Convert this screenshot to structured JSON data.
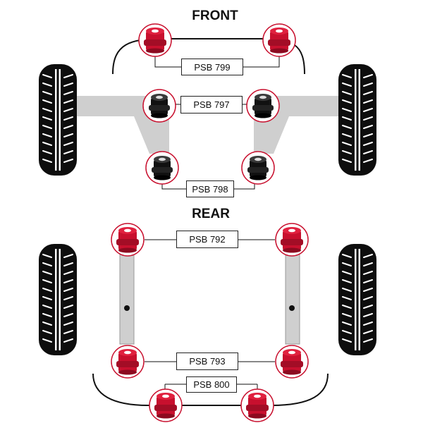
{
  "front": {
    "title": "FRONT",
    "codes": {
      "top": "PSB 799",
      "arm_front": "PSB 797",
      "arm_rear": "PSB 798"
    }
  },
  "rear": {
    "title": "REAR",
    "codes": {
      "upper": "PSB 792",
      "lower": "PSB 793",
      "beam": "PSB 800"
    }
  },
  "colors": {
    "poly_red": "#c8102e",
    "rubber_black": "#111111",
    "arm_grey": "#cfcfcf",
    "tire_black": "#0d0d0d",
    "callout_ring": "#c8102e"
  },
  "icons": {
    "tire": "tire-tread-icon",
    "red_bush": "red-polyurethane-bush-icon",
    "black_bush": "black-rubber-bush-icon"
  }
}
